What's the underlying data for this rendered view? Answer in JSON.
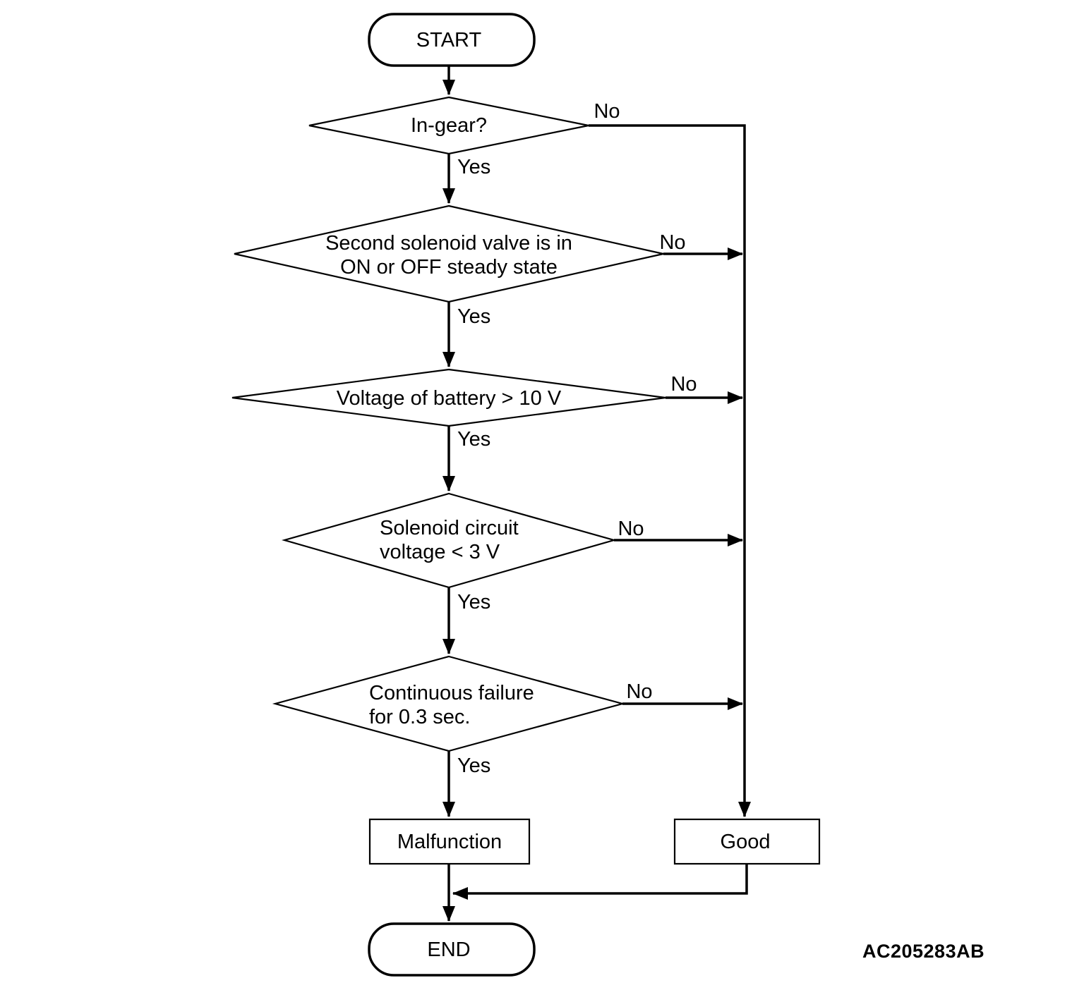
{
  "flowchart": {
    "ref_code": "AC205283AB",
    "colors": {
      "line": "#000000",
      "background": "#ffffff",
      "text": "#000000"
    },
    "nodes": {
      "start": "START",
      "in_gear": "In-gear?",
      "second_solenoid_line1": "Second solenoid valve is in",
      "second_solenoid_line2": "ON or OFF steady state",
      "battery_voltage": "Voltage of battery > 10 V",
      "solenoid_circuit_line1": "Solenoid circuit",
      "solenoid_circuit_line2": "voltage < 3 V",
      "continuous_failure_line1": "Continuous failure",
      "continuous_failure_line2": "for 0.3 sec.",
      "malfunction": "Malfunction",
      "good": "Good",
      "end": "END"
    },
    "edge_labels": {
      "in_gear_yes": "Yes",
      "in_gear_no": "No",
      "second_solenoid_yes": "Yes",
      "second_solenoid_no": "No",
      "battery_yes": "Yes",
      "battery_no": "No",
      "solenoid_circuit_yes": "Yes",
      "solenoid_circuit_no": "No",
      "continuous_failure_yes": "Yes",
      "continuous_failure_no": "No"
    }
  }
}
